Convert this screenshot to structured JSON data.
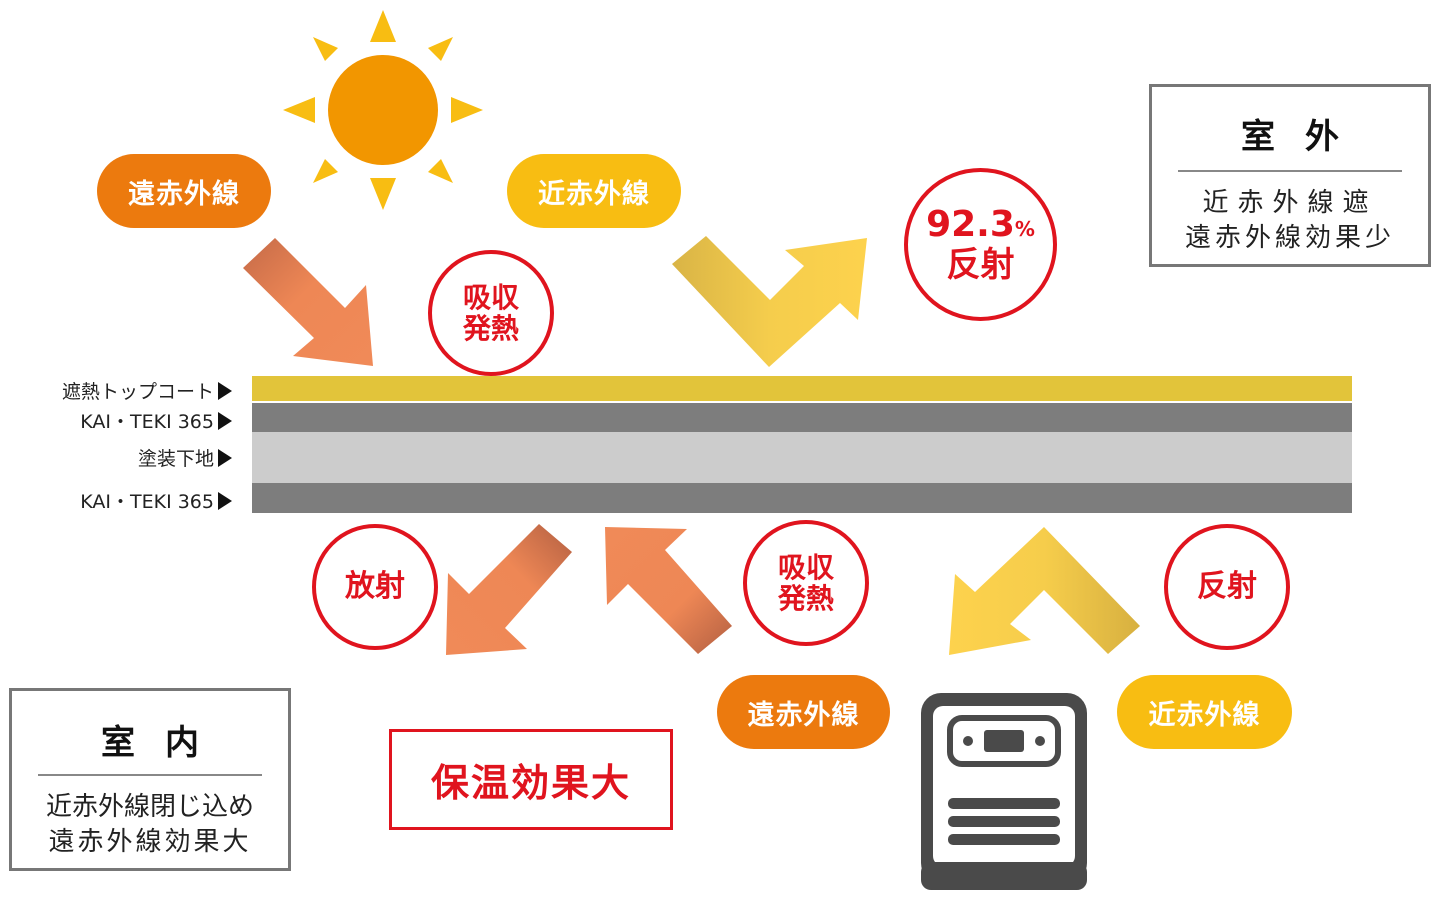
{
  "colors": {
    "far_infrared": "#ec7a0e",
    "near_infrared": "#f8bd12",
    "accent_red": "#e0141e",
    "layer_topcoat": "#e2c43a",
    "layer_kaiteki": "#7d7d7d",
    "layer_base": "#cccccc"
  },
  "icons": {
    "sun": "sun-icon",
    "heater": "heater-icon"
  },
  "top": {
    "far_label": "遠赤外線",
    "near_label": "近赤外線",
    "absorb_line1": "吸収",
    "absorb_line2": "発熱",
    "reflect_value": "92.3",
    "reflect_unit": "%",
    "reflect_label": "反射"
  },
  "outdoor": {
    "title": "室外",
    "line1": "近赤外線遮",
    "line2": "遠赤外線効果少"
  },
  "layers": [
    {
      "label": "遮熱トップコート"
    },
    {
      "label": "KAI・TEKI 365"
    },
    {
      "label": "塗装下地"
    },
    {
      "label": "KAI・TEKI 365"
    }
  ],
  "bottom": {
    "radiate_label": "放射",
    "absorb_line1": "吸収",
    "absorb_line2": "発熱",
    "reflect_label": "反射",
    "far_label": "遠赤外線",
    "near_label": "近赤外線",
    "keep_warm": "保温効果大"
  },
  "indoor": {
    "title": "室内",
    "line1": "近赤外線閉じ込め",
    "line2": "遠赤外線効果大"
  }
}
